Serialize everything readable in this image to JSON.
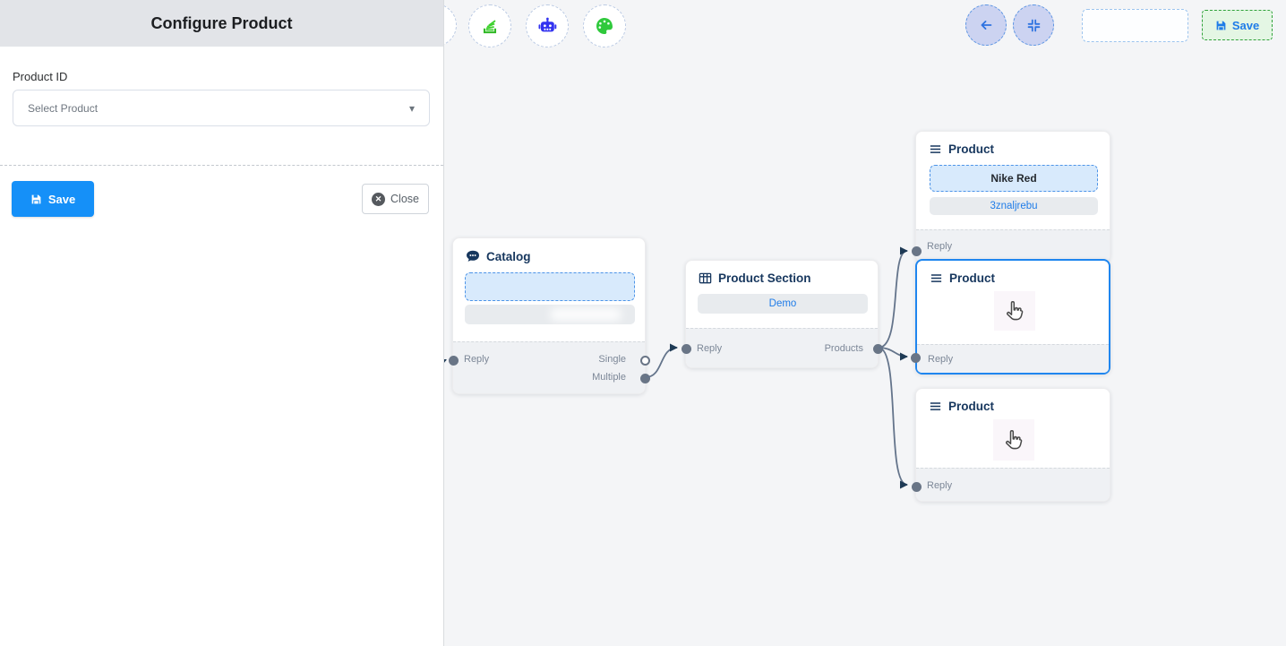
{
  "panel": {
    "title": "Configure Product",
    "product_id_label": "Product ID",
    "select_placeholder": "Select Product",
    "save_label": "Save",
    "close_label": "Close"
  },
  "toolbar": {
    "left_icons": [
      "layers-stack-icon",
      "robot-icon",
      "palette-icon"
    ],
    "right_icons": [
      "back-arrow-icon",
      "fit-view-icon"
    ],
    "save_label": "Save"
  },
  "canvas": {
    "nodes": {
      "catalog": {
        "title": "Catalog",
        "icon": "chat-bubble-icon",
        "reply_label": "Reply",
        "single_label": "Single",
        "multiple_label": "Multiple"
      },
      "product_section": {
        "title": "Product Section",
        "icon": "table-icon",
        "button_label": "Demo",
        "reply_label": "Reply",
        "products_label": "Products"
      },
      "product_top": {
        "title": "Product",
        "icon": "menu-icon",
        "primary_label": "Nike Red",
        "secondary_label": "3znaljrebu",
        "reply_label": "Reply"
      },
      "product_middle": {
        "title": "Product",
        "icon": "menu-icon",
        "reply_label": "Reply",
        "selected": true
      },
      "product_bottom": {
        "title": "Product",
        "icon": "menu-icon",
        "reply_label": "Reply"
      }
    }
  },
  "colors": {
    "primary_blue": "#1590f8",
    "selection_blue": "#1f86ef",
    "link_blue": "#1f7ce8",
    "save_green_border": "#30a23a",
    "save_green_bg": "#e4f6e4",
    "node_title": "#17375e",
    "edge_gray": "#64748b",
    "arrow_navy": "#1e3a55",
    "canvas_bg": "#f4f5f7",
    "panel_header_bg": "#e2e4e8"
  }
}
